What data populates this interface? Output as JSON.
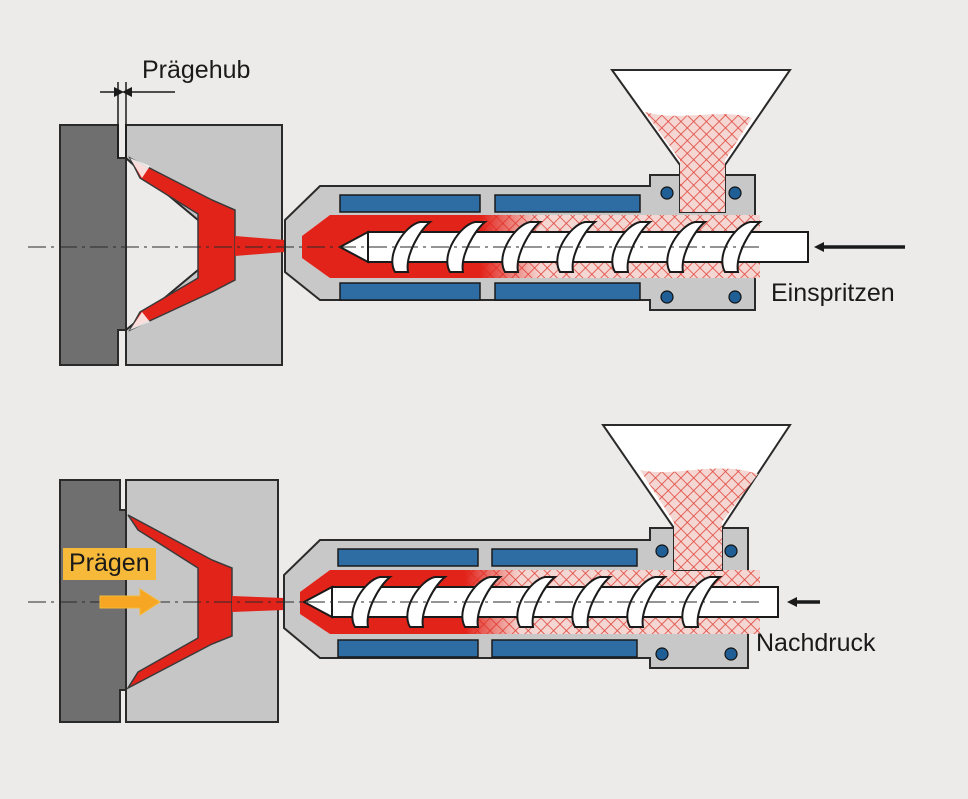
{
  "labels": {
    "stroke": "Prägehub",
    "inject": "Einspritzen",
    "hold": "Nachdruck",
    "emboss": "Prägen"
  },
  "colors": {
    "background": "#ecebea",
    "mold_fixed": "#6f6f6f",
    "mold_moving": "#c6c6c6",
    "barrel": "#c8c8c8",
    "melt": "#e2231a",
    "heater": "#2e6da4",
    "granulate": "#f3c6c0",
    "arrow_emboss": "#f6a623"
  }
}
